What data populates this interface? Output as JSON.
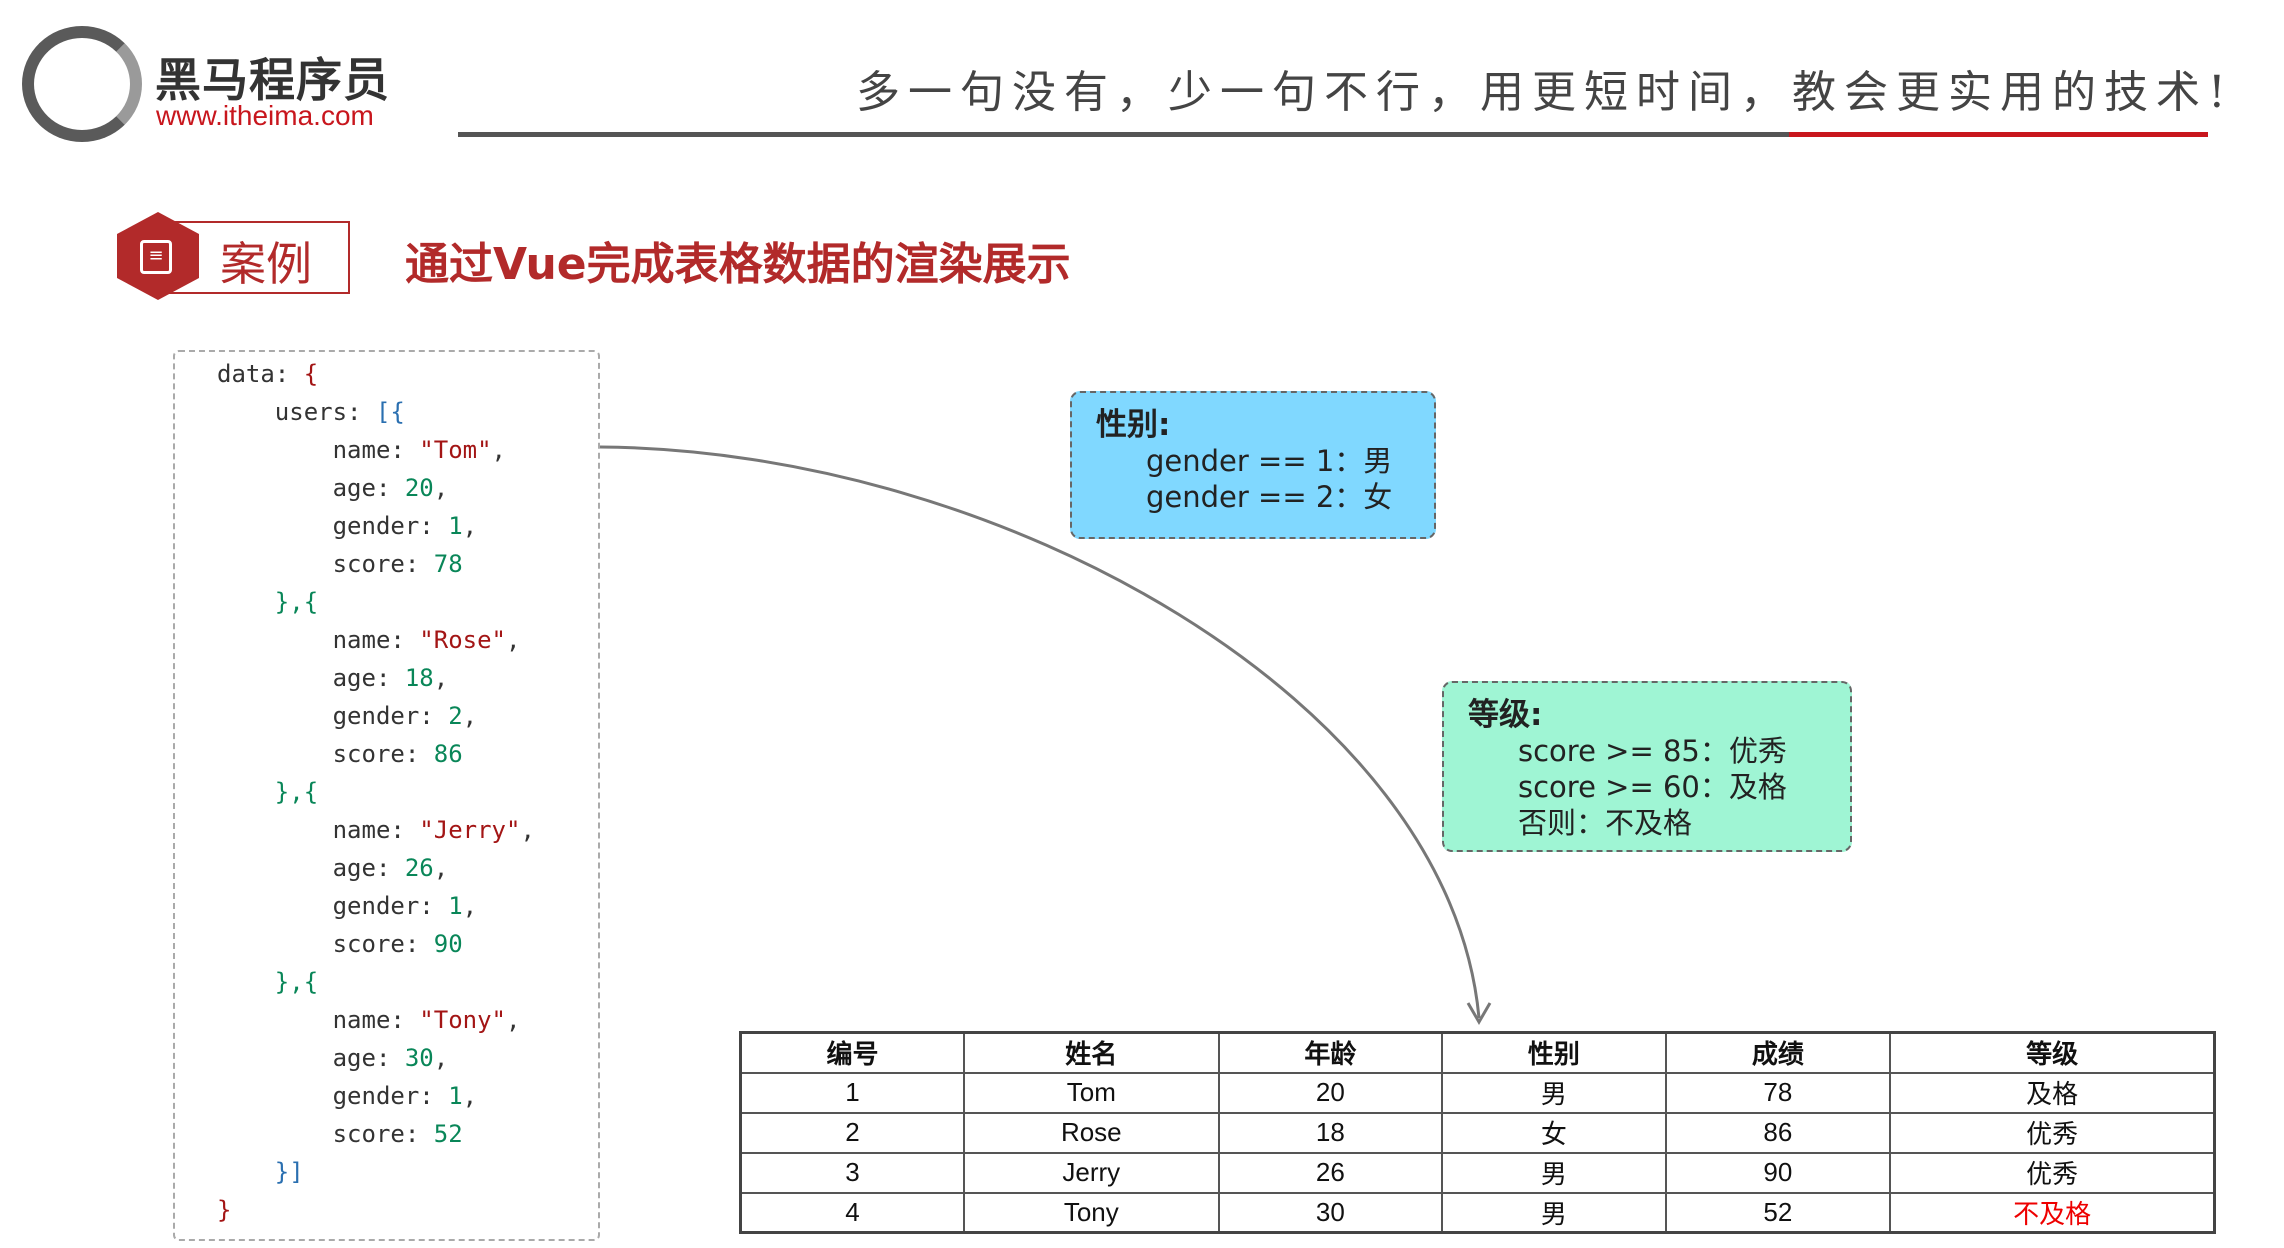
{
  "header": {
    "logo_name": "黑马程序员",
    "logo_url": "www.itheima.com",
    "slogan": "多一句没有，少一句不行，用更短时间，教会更实用的技术!"
  },
  "section": {
    "badge": "案例",
    "title": "通过Vue完成表格数据的渲染展示"
  },
  "code": [
    [
      {
        "t": "data: "
      },
      {
        "t": "{",
        "c": "str"
      }
    ],
    [
      {
        "t": "    users: "
      },
      {
        "t": "[{",
        "c": "br"
      }
    ],
    [
      {
        "t": "        name: "
      },
      {
        "t": "\"Tom\"",
        "c": "str"
      },
      {
        "t": ","
      }
    ],
    [
      {
        "t": "        age: "
      },
      {
        "t": "20",
        "c": "num"
      },
      {
        "t": ","
      }
    ],
    [
      {
        "t": "        gender: "
      },
      {
        "t": "1",
        "c": "num"
      },
      {
        "t": ","
      }
    ],
    [
      {
        "t": "        score: "
      },
      {
        "t": "78",
        "c": "num"
      }
    ],
    [
      {
        "t": "    },{",
        "c": "num"
      }
    ],
    [
      {
        "t": "        name: "
      },
      {
        "t": "\"Rose\"",
        "c": "str"
      },
      {
        "t": ","
      }
    ],
    [
      {
        "t": "        age: "
      },
      {
        "t": "18",
        "c": "num"
      },
      {
        "t": ","
      }
    ],
    [
      {
        "t": "        gender: "
      },
      {
        "t": "2",
        "c": "num"
      },
      {
        "t": ","
      }
    ],
    [
      {
        "t": "        score: "
      },
      {
        "t": "86",
        "c": "num"
      }
    ],
    [
      {
        "t": "    },{",
        "c": "num"
      }
    ],
    [
      {
        "t": "        name: "
      },
      {
        "t": "\"Jerry\"",
        "c": "str"
      },
      {
        "t": ","
      }
    ],
    [
      {
        "t": "        age: "
      },
      {
        "t": "26",
        "c": "num"
      },
      {
        "t": ","
      }
    ],
    [
      {
        "t": "        gender: "
      },
      {
        "t": "1",
        "c": "num"
      },
      {
        "t": ","
      }
    ],
    [
      {
        "t": "        score: "
      },
      {
        "t": "90",
        "c": "num"
      }
    ],
    [
      {
        "t": "    },{",
        "c": "num"
      }
    ],
    [
      {
        "t": "        name: "
      },
      {
        "t": "\"Tony\"",
        "c": "str"
      },
      {
        "t": ","
      }
    ],
    [
      {
        "t": "        age: "
      },
      {
        "t": "30",
        "c": "num"
      },
      {
        "t": ","
      }
    ],
    [
      {
        "t": "        gender: "
      },
      {
        "t": "1",
        "c": "num"
      },
      {
        "t": ","
      }
    ],
    [
      {
        "t": "        score: "
      },
      {
        "t": "52",
        "c": "num"
      }
    ],
    [
      {
        "t": "    }]",
        "c": "br"
      }
    ],
    [
      {
        "t": "}",
        "c": "str"
      }
    ]
  ],
  "gender_note": {
    "title": "性别:",
    "lines": [
      "gender == 1：男",
      "gender == 2：女"
    ]
  },
  "grade_note": {
    "title": "等级:",
    "lines": [
      "score >= 85：优秀",
      "score >= 60：及格",
      "否则：不及格"
    ]
  },
  "table": {
    "headers": [
      "编号",
      "姓名",
      "年龄",
      "性别",
      "成绩",
      "等级"
    ],
    "rows": [
      [
        "1",
        "Tom",
        "20",
        "男",
        "78",
        "及格"
      ],
      [
        "2",
        "Rose",
        "18",
        "女",
        "86",
        "优秀"
      ],
      [
        "3",
        "Jerry",
        "26",
        "男",
        "90",
        "优秀"
      ],
      [
        "4",
        "Tony",
        "30",
        "男",
        "52",
        "不及格"
      ]
    ],
    "fail_color": "#ee0000"
  }
}
